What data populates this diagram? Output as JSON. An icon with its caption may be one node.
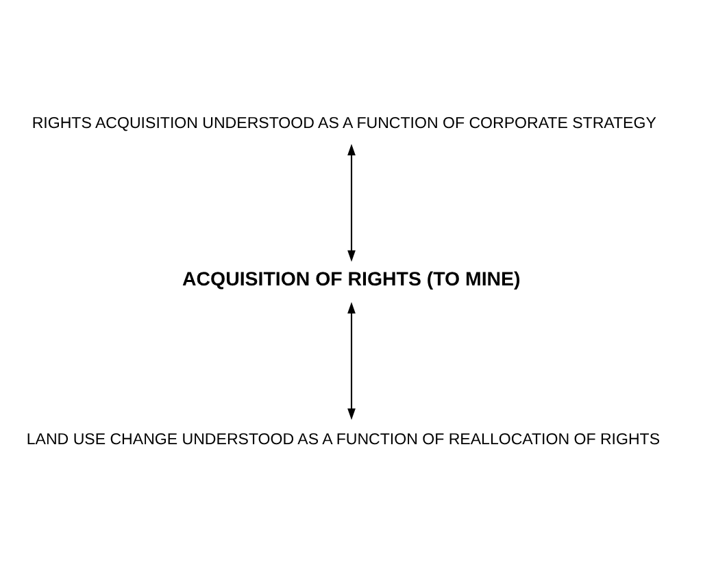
{
  "diagram": {
    "nodes": [
      {
        "text": [
          "RIGHTS ACQUISITION UNDERSTOOD AS A FUNCTION OF CORPORATE STRATEGY"
        ]
      },
      {
        "text": [
          "ACQUISITION OF RIGHTS (TO MINE)"
        ]
      },
      {
        "text": [
          "LAND USE CHANGE UNDERSTOOD AS A FUNCTION OF REALLOCATION OF RIGHTS"
        ]
      }
    ],
    "edges": [
      {
        "from": 0,
        "to": 1,
        "arrow": "both"
      },
      {
        "from": 1,
        "to": 2,
        "arrow": "both"
      }
    ]
  }
}
